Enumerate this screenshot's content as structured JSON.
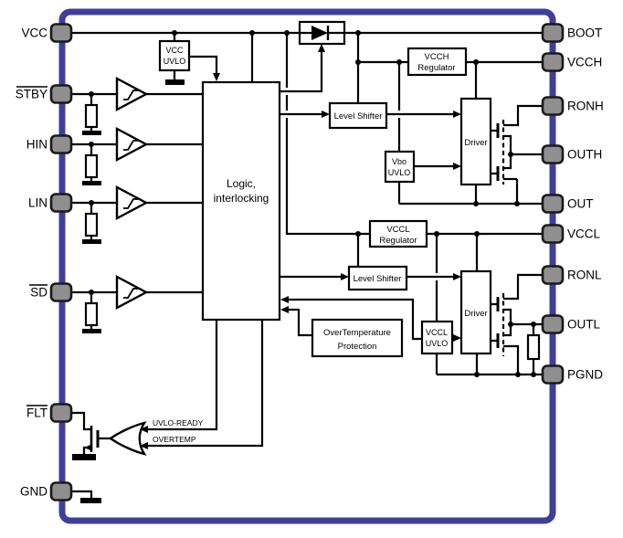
{
  "colors": {
    "border": "#3f3f9a",
    "pin_fill": "#8f8f8f",
    "line": "#000000",
    "background": "#ffffff"
  },
  "pins": {
    "left": [
      {
        "label": "VCC",
        "overline": false
      },
      {
        "label": "STBY",
        "overline": true
      },
      {
        "label": "HIN",
        "overline": false
      },
      {
        "label": "LIN",
        "overline": false
      },
      {
        "label": "SD",
        "overline": true
      },
      {
        "label": "FLT",
        "overline": true
      },
      {
        "label": "GND",
        "overline": false
      }
    ],
    "right": [
      {
        "label": "BOOT"
      },
      {
        "label": "VCCH"
      },
      {
        "label": "RONH"
      },
      {
        "label": "OUTH"
      },
      {
        "label": "OUT"
      },
      {
        "label": "VCCL"
      },
      {
        "label": "RONL"
      },
      {
        "label": "OUTL"
      },
      {
        "label": "PGND"
      }
    ]
  },
  "blocks": {
    "vcc_uvlo": {
      "line1": "VCC",
      "line2": "UVLO"
    },
    "logic": {
      "line1": "Logic,",
      "line2": "interlocking"
    },
    "level_shifter_high": {
      "label": "Level Shifter"
    },
    "vcch_regulator": {
      "line1": "VCCH",
      "line2": "Regulator"
    },
    "vbo_uvlo": {
      "line1": "Vbo",
      "line2": "UVLO"
    },
    "driver_high": {
      "label": "Driver"
    },
    "vccl_regulator": {
      "line1": "VCCL",
      "line2": "Regulator"
    },
    "level_shifter_low": {
      "label": "Level Shifter"
    },
    "vccl_uvlo": {
      "line1": "VCCL",
      "line2": "UVLO"
    },
    "driver_low": {
      "label": "Driver"
    },
    "overtemperature_protection": {
      "line1": "OverTemperature",
      "line2": "Protection"
    }
  },
  "signals": {
    "uvlo_ready": "UVLO-READY",
    "overtemp": "OVERTEMP"
  }
}
